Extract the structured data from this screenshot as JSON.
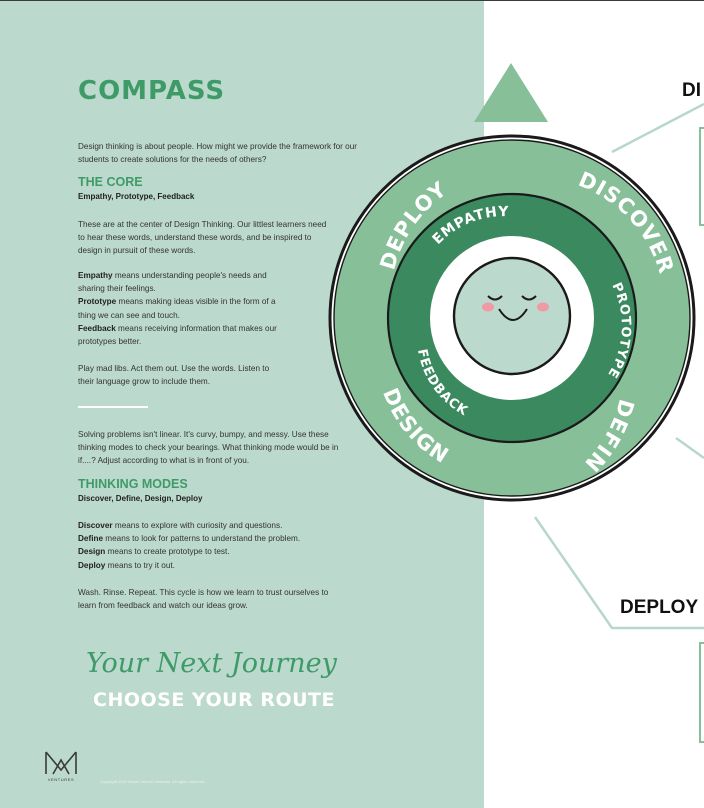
{
  "page": {
    "title": "COMPASS",
    "intro": "Design thinking is about people. How might we provide the framework for our students to create solutions for the needs of others?",
    "core": {
      "heading": "THE CORE",
      "subheading": "Empathy, Prototype, Feedback",
      "paragraph": "These are at the center of Design Thinking. Our littlest learners need to hear these words, understand these words, and be inspired to design in pursuit of these words.",
      "definitions": [
        {
          "term": "Empathy",
          "text": " means understanding people's needs and sharing their feelings."
        },
        {
          "term": "Prototype",
          "text": " means making ideas visible in the form of a thing we can see and touch."
        },
        {
          "term": "Feedback",
          "text": " means receiving information that makes our prototypes better."
        }
      ],
      "closing": "Play mad libs. Act them out. Use the words. Listen to their language grow to include them."
    },
    "problems_paragraph": "Solving problems isn't linear. It's curvy, bumpy, and messy. Use these thinking modes to check your bearings. What thinking mode would be in if....? Adjust according to what is in front of you.",
    "modes": {
      "heading": "THINKING MODES",
      "subheading": "Discover, Define, Design, Deploy",
      "definitions": [
        {
          "term": "Discover",
          "text": " means to explore with curiosity and questions."
        },
        {
          "term": "Define",
          "text": " means to look for patterns to understand the problem."
        },
        {
          "term": "Design",
          "text": " means to create prototype to test."
        },
        {
          "term": "Deploy",
          "text": " means to try it out."
        }
      ],
      "closing": "Wash. Rinse. Repeat. This cycle is how we learn to trust ourselves to learn from feedback and watch our ideas grow."
    },
    "journey": {
      "script": "Your Next Journey",
      "route": "CHOOSE YOUR ROUTE"
    },
    "logo_text": "VENTURES",
    "copyright": "Copyright 2022 Mount Vernon Ventures. All rights reserved."
  },
  "diagram": {
    "outer_labels": [
      "DISCOVER",
      "DEFINE",
      "DESIGN",
      "DEPLOY"
    ],
    "inner_labels": [
      "EMPATHY",
      "PROTOTYPE",
      "FEEDBACK"
    ],
    "side_label_top": "DI",
    "side_label_bottom": "DEPLOY"
  },
  "colors": {
    "left_panel": "#bcd9cd",
    "outer_ring": "#86bf98",
    "inner_ring": "#3b8a5f",
    "center": "#bcd9cd",
    "accent_text": "#3e9b68"
  }
}
